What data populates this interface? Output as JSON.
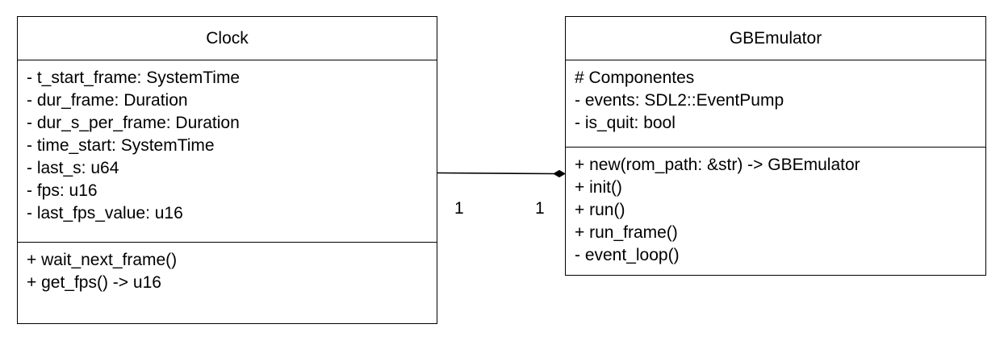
{
  "diagram": {
    "classes": [
      {
        "id": "clock",
        "name": "Clock",
        "attributes": [
          "- t_start_frame: SystemTime",
          "- dur_frame: Duration",
          "- dur_s_per_frame: Duration",
          "- time_start: SystemTime",
          "- last_s: u64",
          "- fps: u16",
          "- last_fps_value: u16"
        ],
        "methods": [
          "+ wait_next_frame()",
          "+ get_fps() -> u16"
        ]
      },
      {
        "id": "gbemulator",
        "name": "GBEmulator",
        "attributes": [
          "# Componentes",
          "- events: SDL2::EventPump",
          "- is_quit: bool"
        ],
        "methods": [
          "+ new(rom_path: &str) -> GBEmulator",
          "+ init()",
          "+ run()",
          "+ run_frame()",
          "- event_loop()"
        ]
      }
    ],
    "relationship": {
      "type": "composition",
      "from": "Clock",
      "to": "GBEmulator",
      "multiplicity_from": "1",
      "multiplicity_to": "1"
    }
  }
}
